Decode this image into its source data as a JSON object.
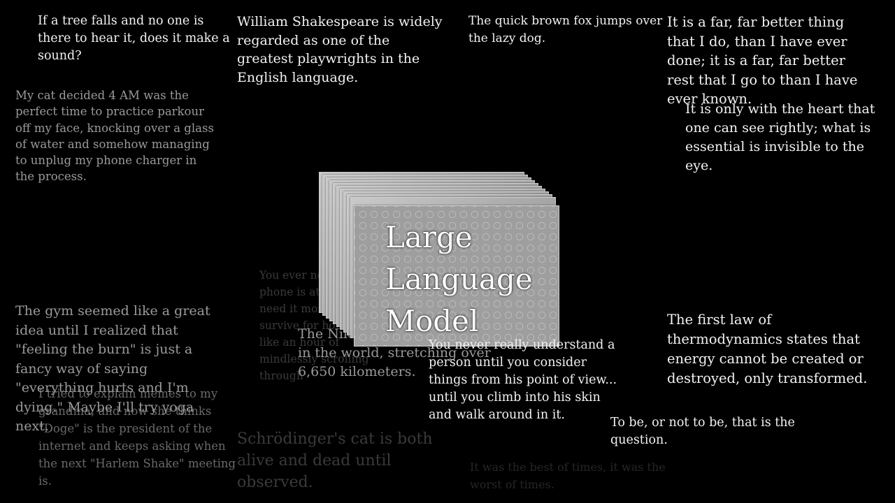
{
  "model_label": {
    "line1": "Large",
    "line2": "Language",
    "line3": "Model"
  },
  "snippets": {
    "tree": "If a tree falls and no one is there to hear it, does it make a sound?",
    "shakespeare": "William Shakespeare is widely regarded as one of the greatest playwrights in the English language.",
    "fox": "The quick brown fox jumps over the lazy dog.",
    "far_better": "It is a far, far better thing that I do, than I have ever done; it is a far, far better rest that I go to than I have ever known.",
    "cat": "My cat decided 4 AM was the perfect time to practice parkour off my face, knocking over a glass of water and somehow managing to unplug my phone charger in the process.",
    "heart": "It is only with the heart that one can see rightly; what is essential is invisible to the eye.",
    "gym": "The gym seemed like a great idea until I realized that \"feeling the burn\" is just a fancy way of saying \"everything hurts and I'm dying.\" Maybe I'll try yoga next.",
    "memes": "I tried to explain memes to my grandma, and now she thinks \"Doge\" is the president of the internet and keeps asking when the next \"Harlem Shake\" meeting is.",
    "battery": "You ever notice how your phone is at 1% when you need it most, but it can survive for hours just like an hour of mindlessly scrolling through",
    "nile": "The Nile is the longest river in the world, stretching over 6,650 kilometers.",
    "understand": "You never really understand a person until you consider things from his point of view... until you climb into his skin and walk around in it.",
    "thermo": "The first law of thermodynamics states that energy cannot be created or destroyed, only transformed.",
    "to_be": "To be, or not to be, that is the question.",
    "schrodinger": "Schrödinger's cat is both alive and dead until observed.",
    "best_times": "It was the best of times, it was the worst of times."
  }
}
